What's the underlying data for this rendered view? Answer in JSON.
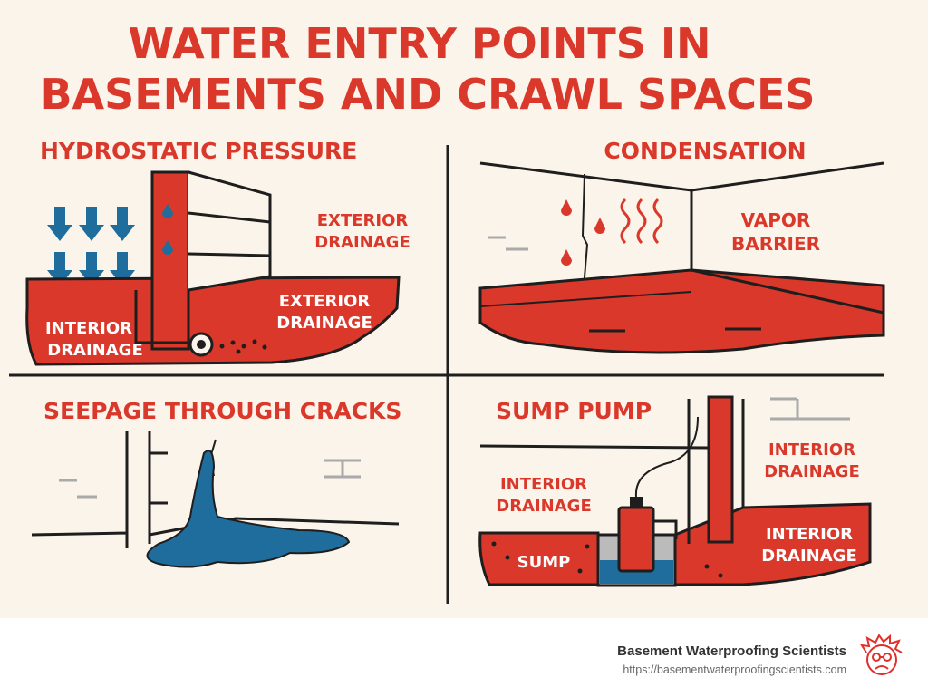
{
  "title": {
    "line1": "WATER ENTRY POINTS IN",
    "line2": "BASEMENTS AND CRAWL SPACES"
  },
  "panels": {
    "hydrostatic": {
      "heading": "HYDROSTATIC PRESSURE",
      "label_a": [
        "EXTERIOR",
        "DRAINAGE"
      ],
      "label_b": [
        "EXTERIOR",
        "DRAINAGE"
      ],
      "label_c": [
        "INTERIOR",
        "DRAINAGE"
      ]
    },
    "condensation": {
      "heading": "CONDENSATION",
      "label": [
        "VAPOR",
        "BARRIER"
      ]
    },
    "seepage": {
      "heading": "SEEPAGE THROUGH CRACKS"
    },
    "sump": {
      "heading": "SUMP PUMP",
      "label_a": [
        "INTERIOR",
        "DRAINAGE"
      ],
      "label_b": [
        "INTERIOR",
        "DRAINAGE"
      ],
      "label_c": [
        "INTERIOR",
        "DRAINAGE"
      ],
      "sump_label": "SUMP"
    }
  },
  "footer": {
    "brand": "Basement Waterproofing Scientists",
    "url": "https://basementwaterproofingscientists.com"
  },
  "colors": {
    "red": "#d9382b",
    "blue": "#1f6d9c",
    "background": "#fbf4ea",
    "ink": "#1e1e1e"
  }
}
